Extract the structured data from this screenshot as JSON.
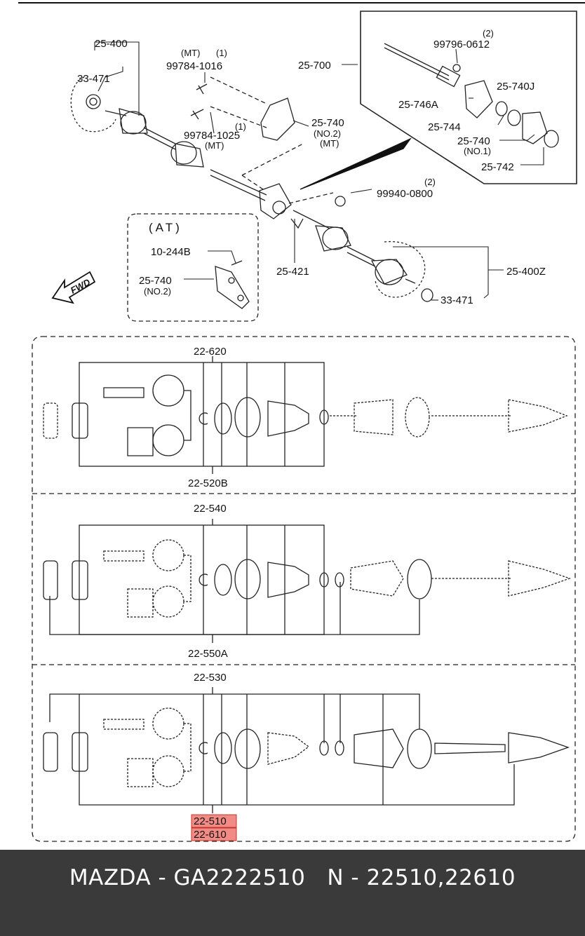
{
  "callouts": {
    "c25_400": "25-400",
    "c33_471_top": "33-471",
    "mt_1_a": "(MT)",
    "qty_1_a": "(1)",
    "c99784_1016": "99784-1016",
    "qty_1_b": "(1)",
    "c99784_1025": "99784-1025",
    "mt_b": "(MT)",
    "c25_740_no2": "25-740",
    "no2_label": "(NO.2)",
    "mt_c": "(MT)",
    "c25_700": "25-700",
    "qty_2_a": "(2)",
    "c99796_0612": "99796-0612",
    "c25_740j": "25-740J",
    "c25_746a": "25-746A",
    "c25_744": "25-744",
    "c25_740_no1": "25-740",
    "no1_label": "(NO.1)",
    "c25_742": "25-742",
    "qty_2_b": "(2)",
    "c99940_0800": "99940-0800",
    "at_label": "(AT)",
    "c10_244b": "10-244B",
    "c25_740_at": "25-740",
    "no2_at": "(NO.2)",
    "c25_421": "25-421",
    "c25_400z": "25-400Z",
    "c33_471_bottom": "33-471",
    "fwd": "FWD"
  },
  "kits": [
    {
      "top_label": "22-620",
      "bottom_label": "22-520B"
    },
    {
      "top_label": "22-540",
      "bottom_label": "22-550A"
    },
    {
      "top_label": "22-530",
      "bottom_labels": [
        "22-510",
        "22-610"
      ]
    }
  ],
  "highlight_color": "#f28b86",
  "footer": {
    "caption": "MAZDA - GA2222510   N - 22510,22610"
  }
}
